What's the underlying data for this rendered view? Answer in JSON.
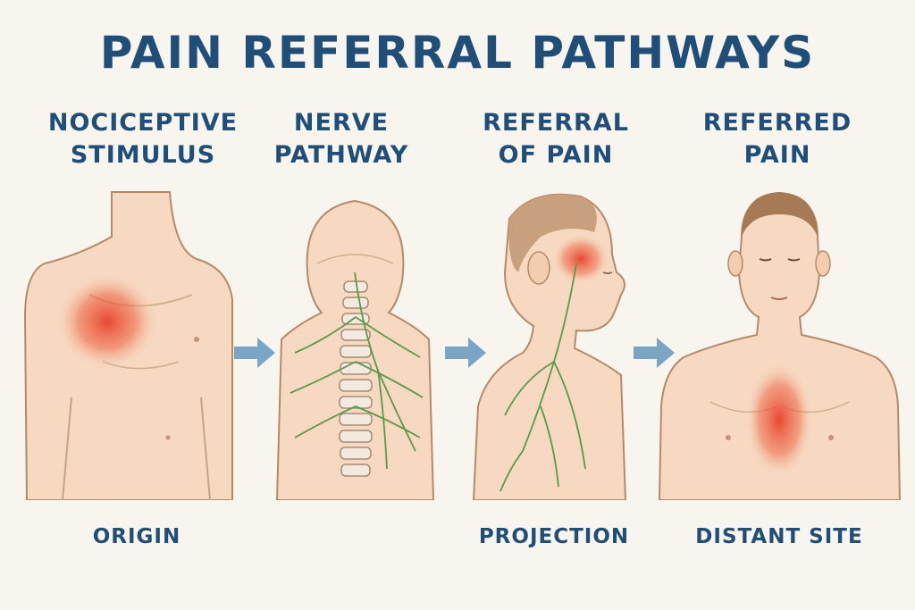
{
  "title": "PAIN REFERRAL PATHWAYS",
  "panels": [
    {
      "heading": [
        "NOCICEPTIVE",
        "STIMULUS"
      ],
      "caption": "ORIGIN"
    },
    {
      "heading": [
        "NERVE",
        "PATHWAY"
      ],
      "caption": ""
    },
    {
      "heading": [
        "REFERRAL",
        "OF PAIN"
      ],
      "caption": "PROJECTION"
    },
    {
      "heading": [
        "REFERRED",
        "PAIN"
      ],
      "caption": "DISTANT SITE"
    }
  ],
  "colors": {
    "text": "#1f4e79",
    "background": "#f8f4ee",
    "skin": "#f6d9c0",
    "outline": "#b58a6a",
    "nerve": "#5b9a4a",
    "pain": "#e8402a",
    "arrow": "#7aa5c4"
  }
}
